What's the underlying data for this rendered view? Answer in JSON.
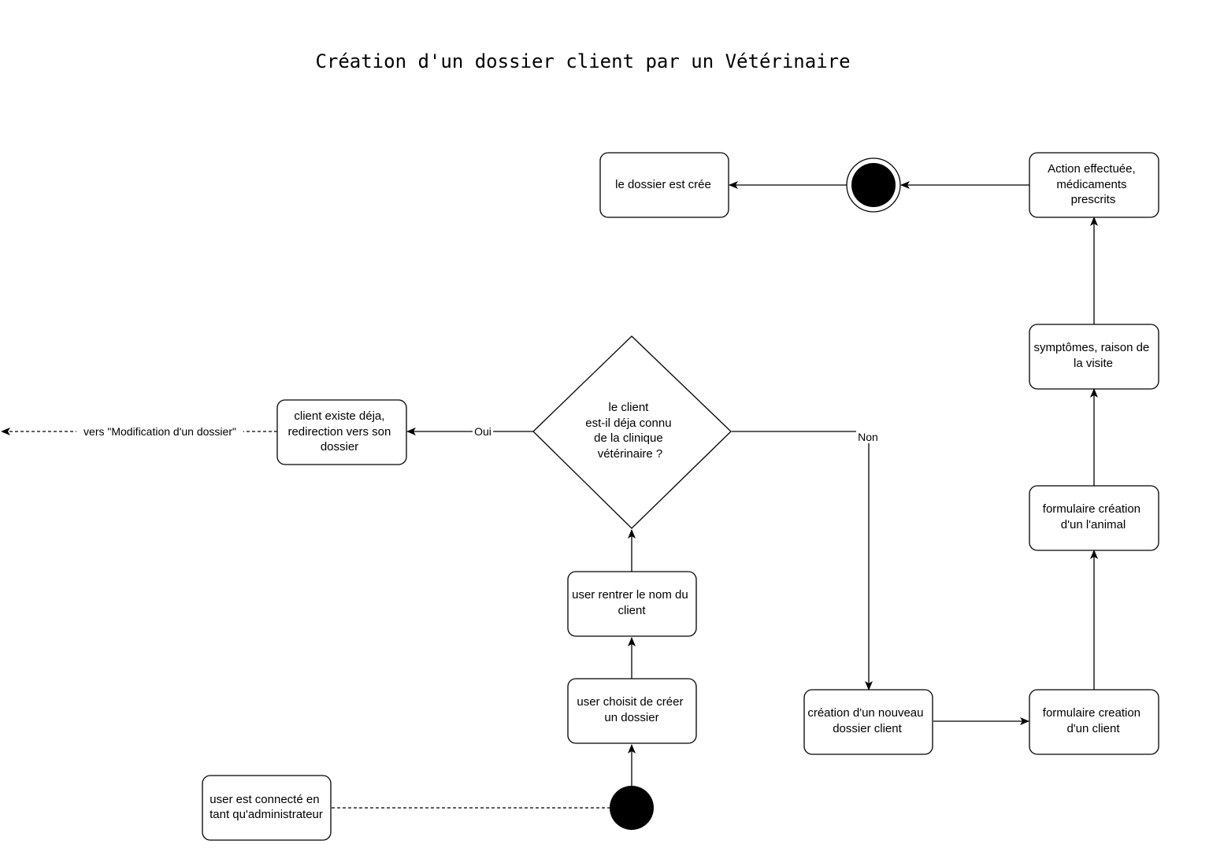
{
  "diagram": {
    "title": "Création d'un dossier client par un Vétérinaire",
    "nodes": {
      "admin_connected": [
        "user est connecté en",
        "tant qu'administrateur"
      ],
      "choose_create": [
        "user choisit de créer",
        "un dossier"
      ],
      "enter_name": [
        "user rentrer le nom du",
        "client"
      ],
      "decision": [
        "le client",
        "est-il déja connu",
        "de la clinique",
        "vétérinaire ?"
      ],
      "client_exists": [
        "client existe déja,",
        "redirection vers son",
        "dossier"
      ],
      "new_record": [
        "création d'un nouveau",
        "dossier client"
      ],
      "client_form": [
        "formulaire creation",
        "d'un client"
      ],
      "animal_form": [
        "formulaire création",
        "d'un l'animal"
      ],
      "symptoms": [
        "symptômes, raison de",
        "la visite"
      ],
      "action_done": [
        "Action effectuée,",
        "médicaments",
        "prescrits"
      ],
      "record_created": [
        "le dossier est crée"
      ]
    },
    "edge_labels": {
      "yes": "Oui",
      "no": "Non",
      "redirect": "vers \"Modification d'un dossier\""
    }
  }
}
